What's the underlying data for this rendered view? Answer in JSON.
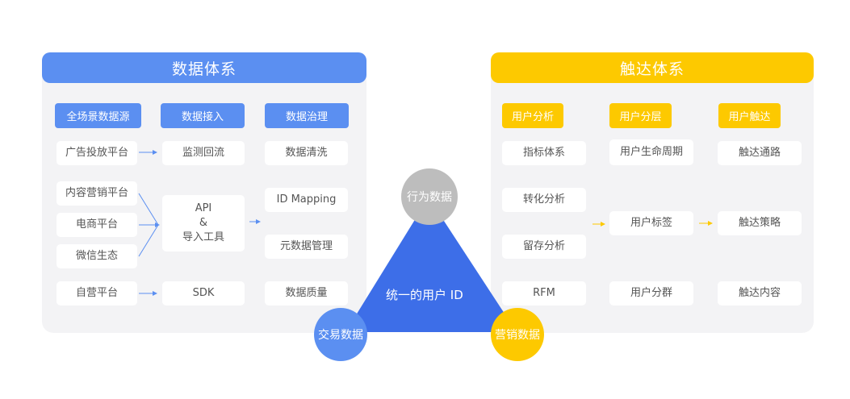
{
  "colors": {
    "blue": "#5b8ff1",
    "yellow": "#fdc900",
    "triangle": "#3d6ee8",
    "gray_circle": "#bdbdbd",
    "panel_bg": "#f3f3f5"
  },
  "data_system": {
    "title": "数据体系",
    "headers": [
      "全场景数据源",
      "数据接入",
      "数据治理"
    ],
    "sources": [
      "广告投放平台",
      "内容营销平台",
      "电商平台",
      "微信生态",
      "自营平台"
    ],
    "ingest": [
      "监测回流",
      "API\n&\n导入工具",
      "SDK"
    ],
    "governance": [
      "数据清洗",
      "ID Mapping",
      "元数据管理",
      "数据质量"
    ]
  },
  "reach_system": {
    "title": "触达体系",
    "headers": [
      "用户分析",
      "用户分层",
      "用户触达"
    ],
    "analysis": [
      "指标体系",
      "转化分析",
      "留存分析",
      "RFM"
    ],
    "layering": [
      "用户生命周期",
      "用户标签",
      "用户分群"
    ],
    "reach": [
      "触达通路",
      "触达策略",
      "触达内容"
    ]
  },
  "center": {
    "label": "统一的用户 ID",
    "top": "行为数据",
    "left": "交易数据",
    "right": "营销数据"
  }
}
